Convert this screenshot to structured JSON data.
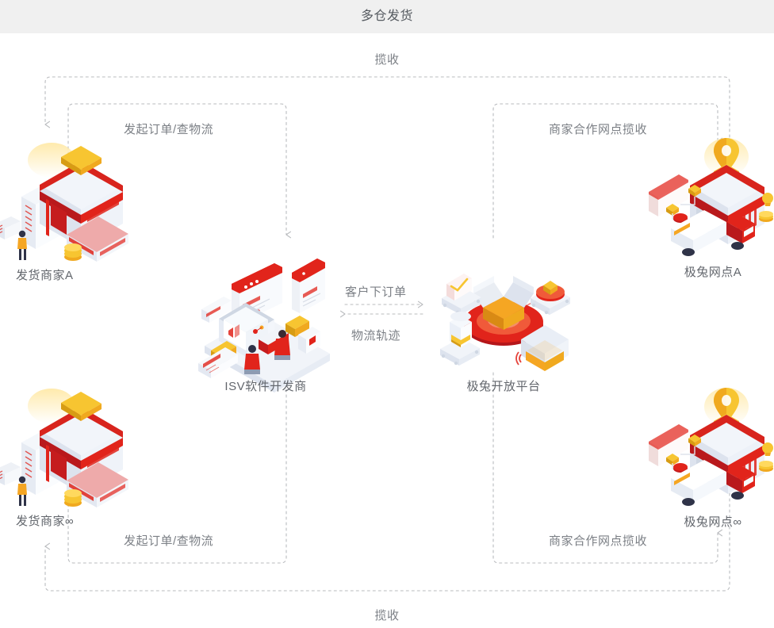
{
  "header": {
    "title": "多仓发货",
    "background": "#f0f0f0"
  },
  "colors": {
    "brand_red": "#e1241b",
    "brand_red_dark": "#c0181b",
    "brand_orange": "#f5a623",
    "brand_yellow": "#f7c531",
    "line_gray": "#b9bbbe",
    "text_gray": "#7b7f85",
    "caption_gray": "#62666c",
    "panel_light": "#eef1f6",
    "panel_mid": "#dfe4ec"
  },
  "flow_labels": {
    "top_collect": "揽收",
    "bottom_collect": "揽收",
    "top_left_order": "发起订单/查物流",
    "bottom_left_order": "发起订单/查物流",
    "top_right_pickup": "商家合作网点揽收",
    "bottom_right_pickup": "商家合作网点揽收",
    "center_place_order": "客户下订单",
    "center_tracking": "物流轨迹"
  },
  "nodes": [
    {
      "id": "merchant-a",
      "caption": "发货商家A",
      "icon": "warehouse-illustration"
    },
    {
      "id": "merchant-inf",
      "caption": "发货商家∞",
      "icon": "warehouse-illustration"
    },
    {
      "id": "isv",
      "caption": "ISV软件开发商",
      "icon": "developer-desk-illustration"
    },
    {
      "id": "platform",
      "caption": "极兔开放平台",
      "icon": "open-platform-illustration"
    },
    {
      "id": "station-a",
      "caption": "极兔网点A",
      "icon": "delivery-station-illustration"
    },
    {
      "id": "station-inf",
      "caption": "极兔网点∞",
      "icon": "delivery-station-illustration"
    }
  ]
}
